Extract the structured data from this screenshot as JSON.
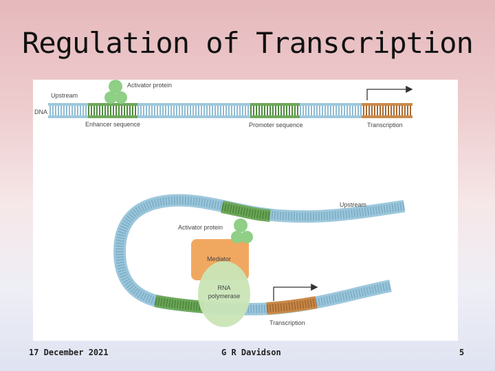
{
  "slide": {
    "title": "Regulation of Transcription"
  },
  "diagram": {
    "top_panel": {
      "upstream": "Upstream",
      "activator": "Activator protein",
      "dna": "DNA",
      "enhancer": "Enhancer sequence",
      "promoter": "Promoter sequence",
      "transcription": "Transcription"
    },
    "bottom_panel": {
      "upstream": "Upstream",
      "activator": "Activator protein",
      "mediator": "Mediator",
      "rna_line1": "RNA",
      "rna_line2": "polymerase",
      "transcription": "Transcription"
    },
    "colors": {
      "dna_blue": "#9ec8dc",
      "enhancer_green": "#6ea85a",
      "promoter_orange": "#c98a4a",
      "activator_green": "#8fcf86",
      "mediator_orange": "#f0a860",
      "polymerase_green": "#c9e5b6"
    }
  },
  "footer": {
    "date": "17 December 2021",
    "author": "G R Davidson",
    "page": "5"
  }
}
